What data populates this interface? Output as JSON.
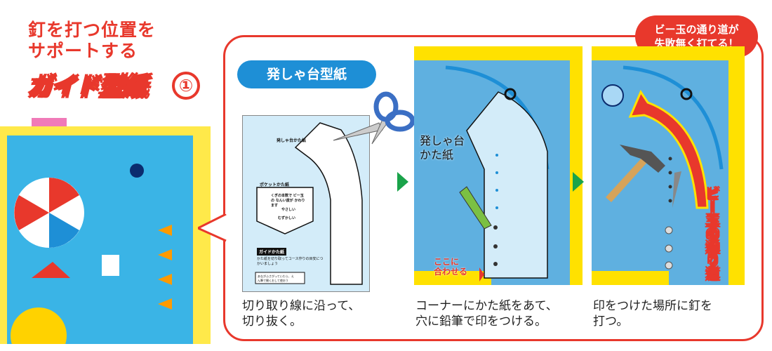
{
  "heading": {
    "line1": "釘を打つ位置を",
    "line2": "サポートする",
    "main": "ガイド型紙",
    "number": "①"
  },
  "callout": {
    "label": "ビー玉の通り道が\n失敗無く打てる！"
  },
  "step1": {
    "pill": "発しゃ台型紙",
    "template": {
      "launcher_label": "発しゃ台かた紙",
      "pocket_label": "ポケットかた紙",
      "pocket_note": "くぎの本数で ビー玉の なんい度が かわります",
      "easy": "やさしい",
      "hard": "むずかしい",
      "guide_title": "ガイドかた紙",
      "guide_text": "かた紙を切り取ってコース作りの目安につかいましょう",
      "hint": "あながふさがっていたら、えん筆で開くおして使おう"
    },
    "caption": "切り取り線に沿って、\n切り抜く。"
  },
  "step2": {
    "label": "発しゃ台\nかた紙",
    "align_label": "ここに\n合わせる",
    "caption": "コーナーにかた紙をあて、\n穴に鉛筆で印をつける。"
  },
  "step3": {
    "path_label": "ビー玉の通り道",
    "caption": "印をつけた場所に釘を\n打つ。"
  },
  "colors": {
    "red": "#e8382c",
    "blue": "#1e8fd6",
    "yellow": "#ffe100",
    "green": "#1aa34a"
  }
}
